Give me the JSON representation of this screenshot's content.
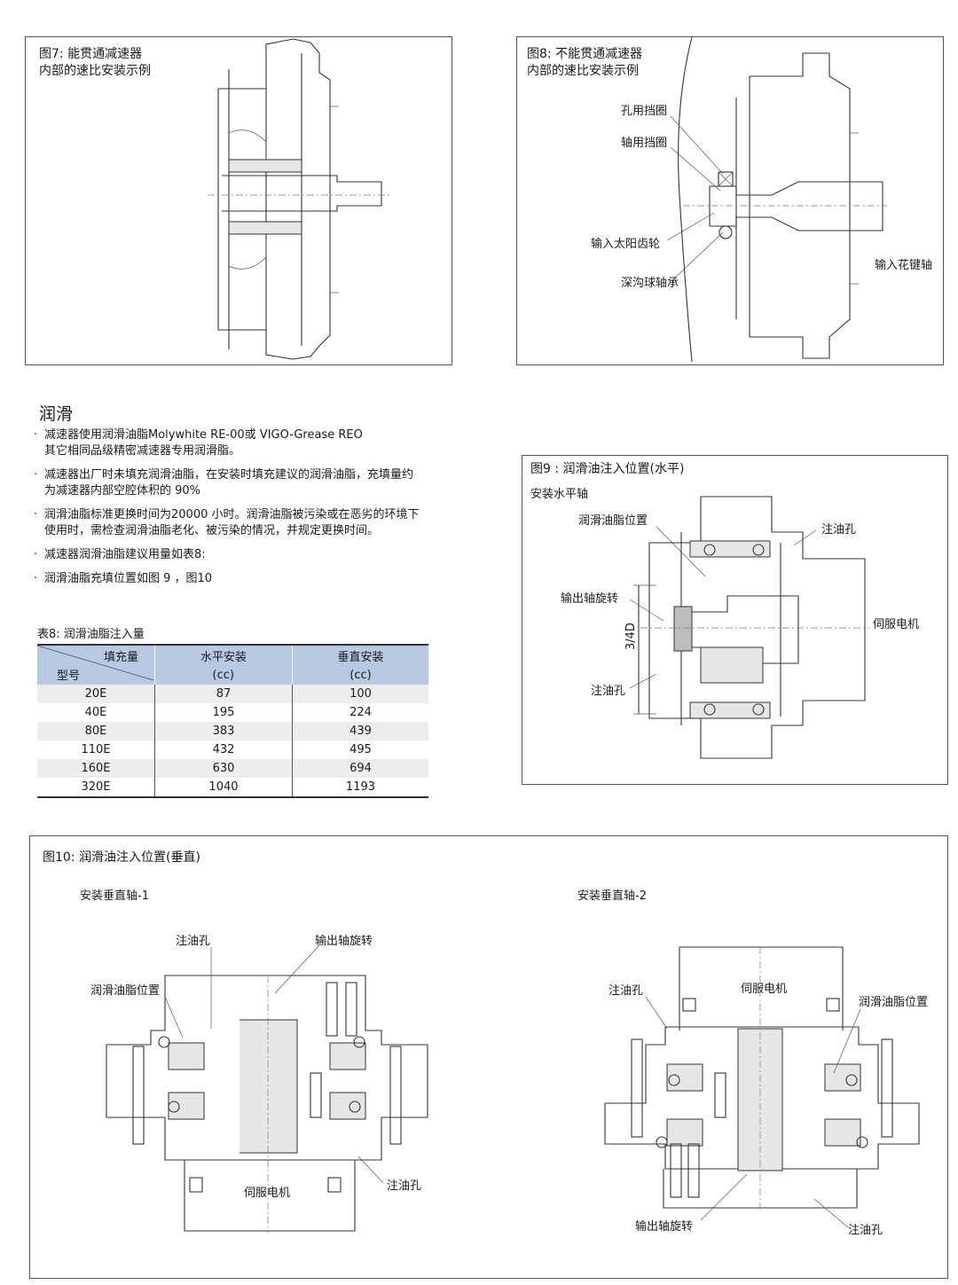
{
  "fig7": {
    "title": "图7: 能贯通减速器\n内部的速比安装示例"
  },
  "fig8": {
    "title": "图8: 不能贯通减速器\n内部的速比安装示例",
    "labels": {
      "hole_ring": "孔用挡圈",
      "shaft_ring": "轴用挡圈",
      "sun_gear": "输入太阳齿轮",
      "bearing": "深沟球轴承",
      "spline_shaft": "输入花键轴"
    }
  },
  "lubrication": {
    "title": "润滑",
    "bullets": [
      "减速器使用润滑油脂Molywhite  RE-00或 VIGO-Grease REO\n其它相同品级精密减速器专用润滑脂。",
      "减速器出厂时未填充润滑油脂，在安装时填充建议的润滑油脂，充填量约\n为减速器内部空腔体积的 90%",
      "润滑油脂标准更换时间为20000 小时。润滑油脂被污染或在恶劣的环境下\n使用时，需检查润滑油脂老化、被污染的情况，并规定更换时间。",
      "减速器润滑油脂建议用量如表8:",
      "润滑油脂充填位置如图 9 ，图10"
    ]
  },
  "table8": {
    "title": "表8: 润滑油脂注入量",
    "corner_top": "填充量",
    "corner_bottom": "型号",
    "headers": [
      "水平安装",
      "垂直安装"
    ],
    "units": [
      "(cc)",
      "(cc)"
    ],
    "rows": [
      [
        "20E",
        "87",
        "100"
      ],
      [
        "40E",
        "195",
        "224"
      ],
      [
        "80E",
        "383",
        "439"
      ],
      [
        "110E",
        "432",
        "495"
      ],
      [
        "160E",
        "630",
        "694"
      ],
      [
        "320E",
        "1040",
        "1193"
      ]
    ]
  },
  "fig9": {
    "title": "图9 : 润滑油注入位置(水平)",
    "subtitle": "安装水平轴",
    "labels": {
      "grease_pos": "润滑油脂位置",
      "oil_hole_top": "注油孔",
      "output_rot": "输出轴旋转",
      "dim": "3/4D",
      "servo": "伺服电机",
      "oil_hole_bottom": "注油孔"
    }
  },
  "fig10": {
    "title": "图10: 润滑油注入位置(垂直)",
    "left": {
      "subtitle": "安装垂直轴-1",
      "oil_hole_top": "注油孔",
      "output_rot": "输出轴旋转",
      "grease_pos": "润滑油脂位置",
      "servo": "伺服电机",
      "oil_hole_bottom": "注油孔"
    },
    "right": {
      "subtitle": "安装垂直轴-2",
      "oil_hole_top": "注油孔",
      "servo": "伺服电机",
      "grease_pos": "润滑油脂位置",
      "output_rot": "输出轴旋转",
      "oil_hole_bottom": "注油孔"
    }
  }
}
